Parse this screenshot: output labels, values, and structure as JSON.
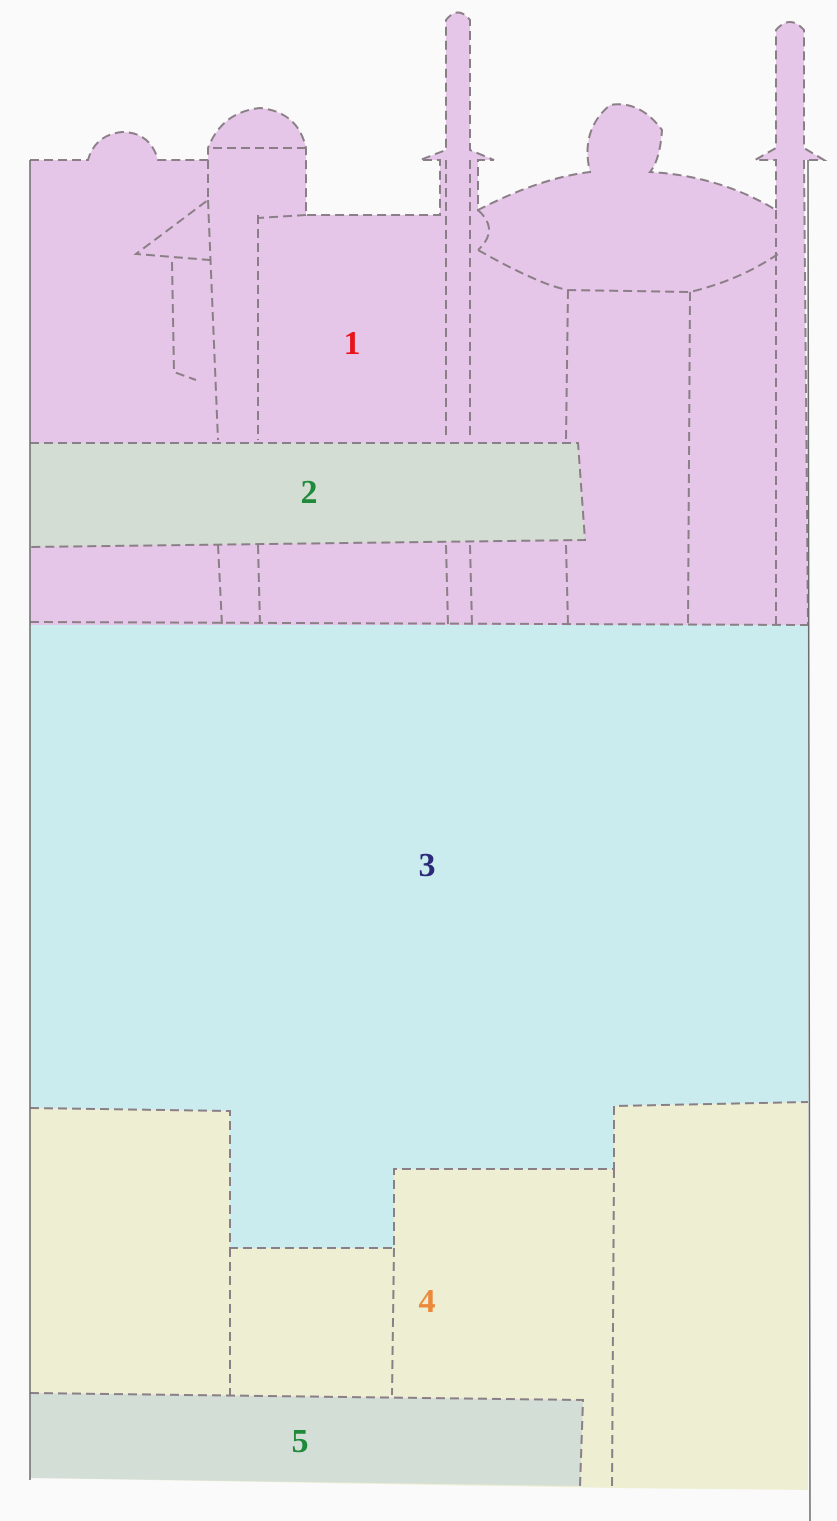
{
  "regions": [
    {
      "label": "1",
      "fill": "#e6c6e8",
      "label_color": "#e8141c"
    },
    {
      "label": "2",
      "fill": "#d3ddd3",
      "label_color": "#1e8a3a"
    },
    {
      "label": "3",
      "fill": "#caecee",
      "label_color": "#2b2a7a"
    },
    {
      "label": "4",
      "fill": "#eeeed3",
      "label_color": "#ec8a3c"
    },
    {
      "label": "5",
      "fill": "#d3ded6",
      "label_color": "#1e8a3a"
    }
  ],
  "colors": {
    "paper": "#fafafa",
    "outline": "#8a7f86"
  }
}
